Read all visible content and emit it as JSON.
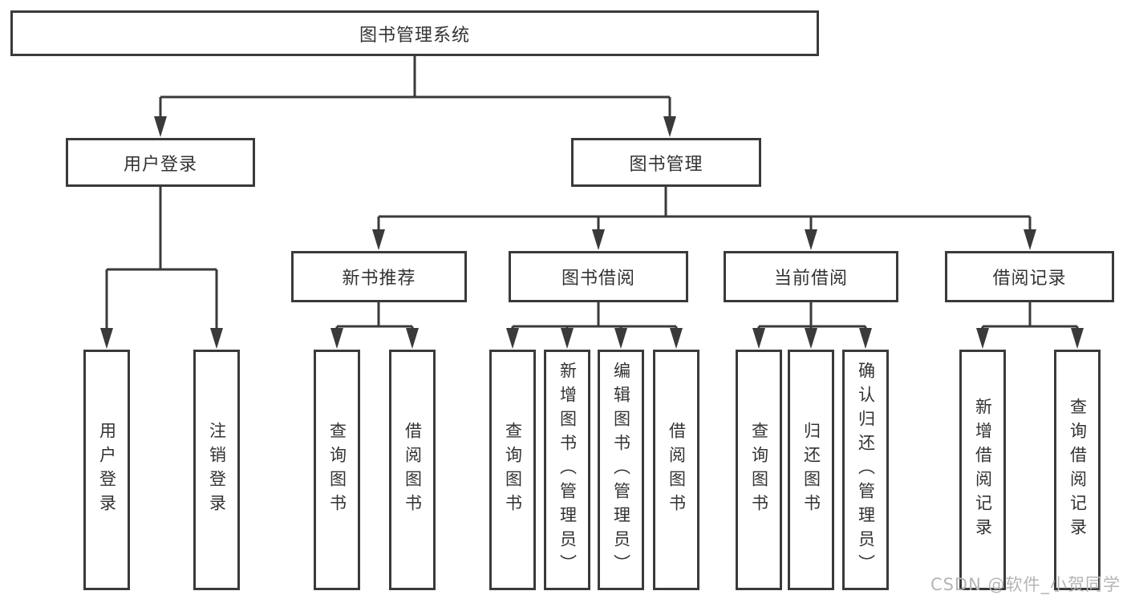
{
  "diagram": {
    "root": "图书管理系统",
    "level1": [
      "用户登录",
      "图书管理"
    ],
    "level2": [
      "新书推荐",
      "图书借阅",
      "当前借阅",
      "借阅记录"
    ],
    "groups": [
      {
        "parent": "用户登录",
        "children": [
          "用户登录",
          "注销登录"
        ]
      },
      {
        "parent": "新书推荐",
        "children": [
          "查询图书",
          "借阅图书"
        ]
      },
      {
        "parent": "图书借阅",
        "children": [
          "查询图书",
          "新增图书（管理员）",
          "编辑图书（管理员）",
          "借阅图书"
        ]
      },
      {
        "parent": "当前借阅",
        "children": [
          "查询图书",
          "归还图书",
          "确认归还（管理员）"
        ]
      },
      {
        "parent": "借阅记录",
        "children": [
          "新增借阅记录",
          "查询借阅记录"
        ]
      }
    ]
  },
  "watermark": {
    "text": "CSDN @软件_小贺同学",
    "color": "#b5b5b5"
  },
  "colors": {
    "line": "#3a3a3a",
    "border": "#3a3a3a",
    "text": "#333333",
    "background": "#ffffff"
  }
}
